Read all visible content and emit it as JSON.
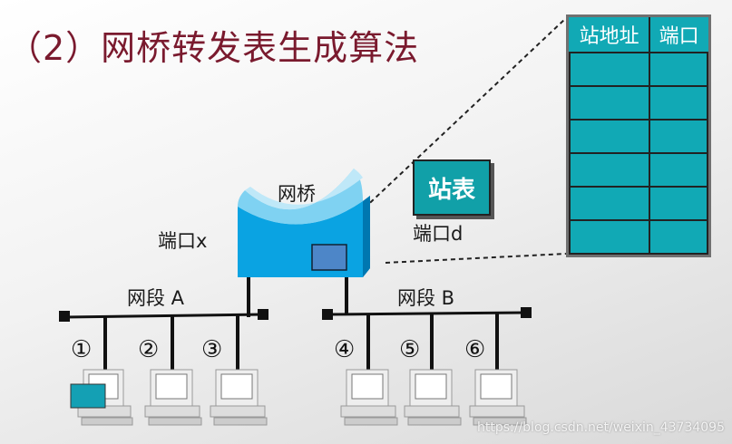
{
  "title": "（2）网桥转发表生成算法",
  "bridge": {
    "label": "网桥",
    "port_x_label": "端口x",
    "port_d_label": "端口d"
  },
  "station_list_box": "站表",
  "forwarding_table": {
    "headers": [
      "站地址",
      "端口"
    ],
    "row_count": 6
  },
  "segments": {
    "a_label": "网段 A",
    "b_label": "网段 B"
  },
  "stations": [
    "①",
    "②",
    "③",
    "④",
    "⑤",
    "⑥"
  ],
  "colors": {
    "title": "#7a1a2e",
    "bridge_blue": "#00a2e0",
    "table_teal": "#11a9b5"
  },
  "watermark": "https://blog.csdn.net/weixin_43734095"
}
